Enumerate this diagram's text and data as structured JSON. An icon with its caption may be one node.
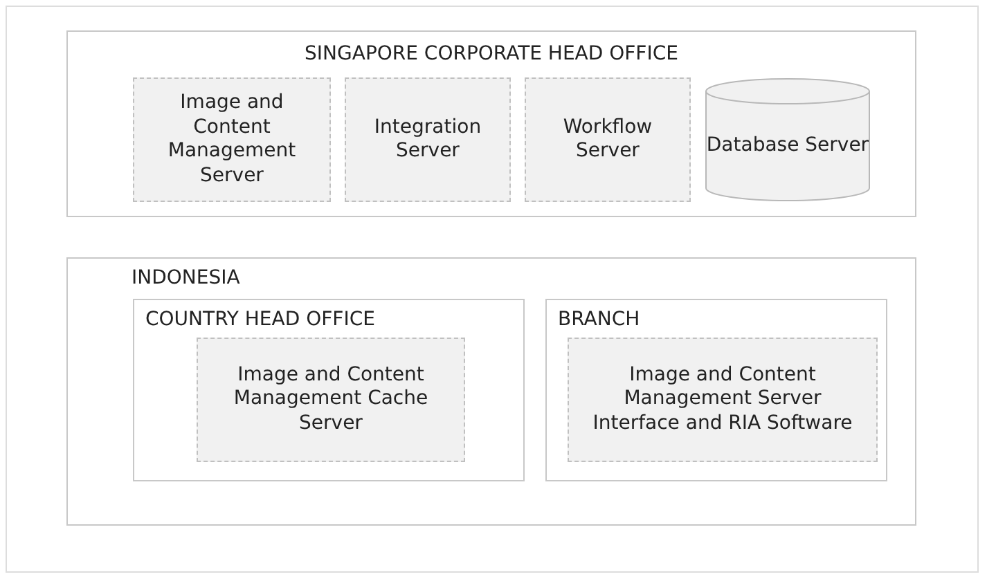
{
  "diagram": {
    "nodes": [
      {
        "text": [
          "SINGAPORE CORPORATE HEAD OFFICE"
        ]
      },
      {
        "text": [
          "Image and Content Management Server"
        ],
        "in": 0
      },
      {
        "text": [
          "Integration Server"
        ],
        "in": 0
      },
      {
        "text": [
          "Workflow Server"
        ],
        "in": 0
      },
      {
        "text": [
          "Database Server"
        ],
        "in": 0
      },
      {
        "text": [
          "INDONESIA"
        ]
      },
      {
        "text": [
          "COUNTRY HEAD OFFICE"
        ],
        "in": 5
      },
      {
        "text": [
          "Image and Content Management Cache Server"
        ],
        "in": 6
      },
      {
        "text": [
          "BRANCH"
        ],
        "in": 5
      },
      {
        "text": [
          "Image and Content Management Server Interface and RIA Software"
        ],
        "in": 8
      }
    ]
  }
}
